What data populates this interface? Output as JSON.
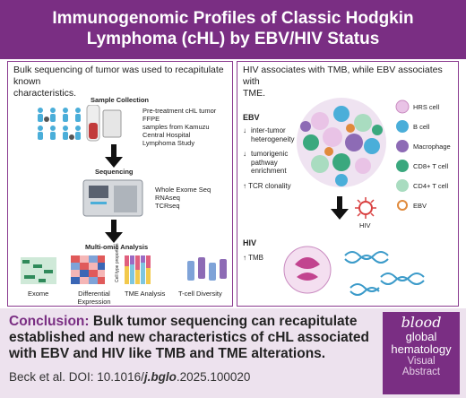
{
  "header": {
    "title_line1": "Immunogenomic Profiles of Classic Hodgkin",
    "title_line2": "Lymphoma (cHL) by EBV/HIV Status"
  },
  "left": {
    "title_line1": "Bulk sequencing of tumor was used to recapitulate known",
    "title_line2": "characteristics.",
    "sample_collection": "Sample Collection",
    "sample_desc1": "Pre-treatment cHL tumor FFPE",
    "sample_desc2": "samples from Kamuzu",
    "sample_desc3": "Central Hospital",
    "sample_desc4": "Lymphoma Study",
    "sequencing": "Sequencing",
    "seq1": "Whole Exome Seq",
    "seq2": "RNAseq",
    "seq3": "TCRseq",
    "multiomic": "Multi-omic Analysis",
    "exome": "Exome",
    "diff1": "Differential",
    "diff2": "Expression",
    "tme": "TME Analysis",
    "tcell": "T-cell Diversity",
    "ylab": "Cell type proportion"
  },
  "right": {
    "title_line1": "HIV associates with TMB, while EBV associates with",
    "title_line2": "TME.",
    "ebv": "EBV",
    "ebv1a": "inter-tumor",
    "ebv1b": "heterogeneity",
    "ebv2a": "tumorigenic",
    "ebv2b": "pathway",
    "ebv2c": "enrichment",
    "ebv3": "TCR clonality",
    "hiv": "HIV",
    "tmb": "TMB",
    "hiv_label": "HIV",
    "legend": [
      "HRS cell",
      "B cell",
      "Macrophage",
      "CD8+ T cell",
      "CD4+ T cell",
      "EBV"
    ],
    "legend_colors": [
      "#e9c3e6",
      "#4aaed9",
      "#8d6bb5",
      "#3aa87e",
      "#a9dcc0",
      "#e08a3c"
    ]
  },
  "bottom": {
    "concl_key": "Conclusion:",
    "concl_rest1": " Bulk tumor sequencing can recapitulate",
    "concl_line2": "established and new characteristics of cHL associated",
    "concl_line3": "with EBV and HIV like TMB and TME alterations.",
    "cite_a": "Beck et al. DOI: 10.1016/",
    "cite_b": "j.bglo",
    "cite_c": ".2025.100020"
  },
  "logo": {
    "blood": "blood",
    "global": "global",
    "hematology": "hematology",
    "visual": "Visual",
    "abstract": "Abstract"
  }
}
